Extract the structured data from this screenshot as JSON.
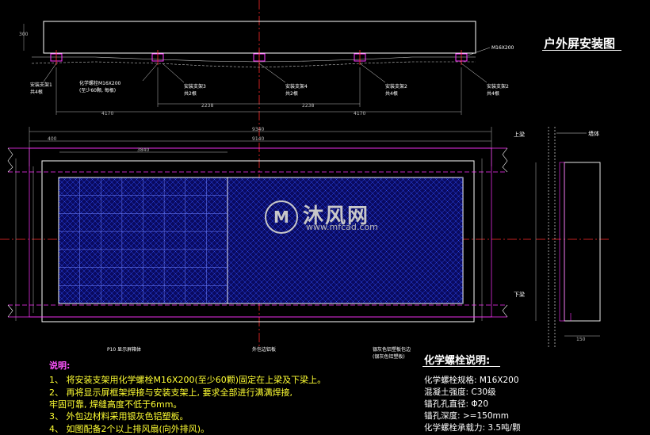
{
  "title": "户外屏安装图",
  "watermark": {
    "brand": "沐风网",
    "url": "www.mfcad.com"
  },
  "notes": {
    "heading": "说明:",
    "items": [
      "1、 将安装支架用化学螺栓M16X200(至少60颗)固定在上梁及下梁上。",
      "2、 再将显示屏框架焊接与安装支架上, 要求全部进行满满焊接,",
      "     牢固可靠, 焊缝高度不低于6mm。",
      "3、 外包边材料采用银灰色铝塑板。",
      "4、 如图配备2个以上排风扇(向外排风)。"
    ]
  },
  "chem_bolt": {
    "heading": "化学螺栓说明:",
    "items": [
      "化学螺栓规格: M16X200",
      "混凝土强度: C30级",
      "锚孔孔直径: Φ20",
      "锚孔深度: >=150mm",
      "化学螺栓承载力: 3.5吨/颗"
    ]
  },
  "labels": {
    "support_left": "安装支架1\n共4根",
    "bolt": "化学螺栓M16X200\n(至少60颗, 每根)",
    "support_mid1": "安装支架3\n共2根",
    "support_mid2": "安装支架4\n共2根",
    "support_right1": "安装支架2\n共4根",
    "support_right2": "安装支架2\n共4根",
    "right_bolt": "M16X200",
    "upper_beam": "上梁",
    "lower_beam": "下梁",
    "wall": "墙体",
    "bottom_left": "P10 显示屏箱体",
    "bottom_mid": "外包边铝板",
    "bottom_right": "银灰色铝塑板包边\n(银灰色铝塑板)"
  },
  "dimensions": {
    "top_2170_l": "4170",
    "top_2170_r": "4170",
    "top_2238_l": "2238",
    "top_2238_r": "2238",
    "width_total": "9340",
    "width_inner": "9140",
    "width_3840": "3840",
    "width_400": "400",
    "side_150": "150",
    "side_300": "300"
  },
  "colors": {
    "background": "#000000",
    "line_white": "#ffffff",
    "line_magenta": "#ff33ff",
    "line_red": "#ff2a2a",
    "line_blue": "#3355ff",
    "line_yellow": "#ffff33",
    "line_gray": "#aaaaaa"
  }
}
